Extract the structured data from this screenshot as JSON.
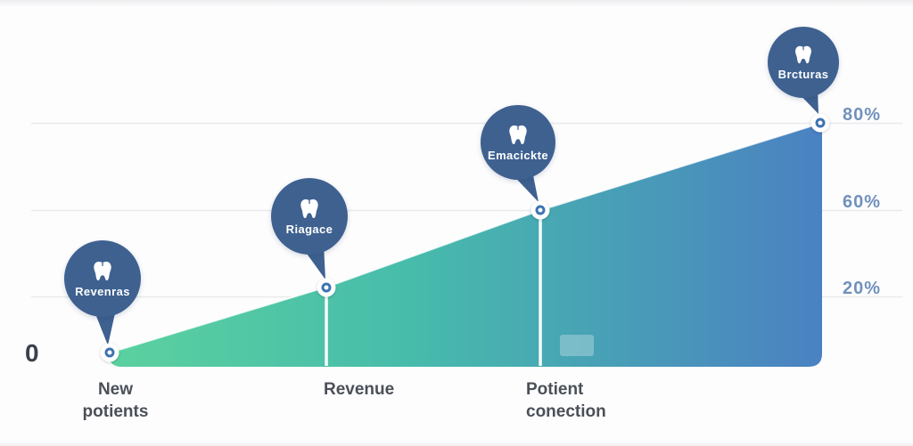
{
  "chart_data": {
    "type": "area",
    "title": "",
    "categories": [
      "New potients",
      "Revenue",
      "Potient conection",
      ""
    ],
    "values": [
      0,
      22,
      50,
      80
    ],
    "xlabel": "",
    "ylabel": "",
    "ylim": [
      0,
      100
    ],
    "y_tick_labels": [
      "80%",
      "60%",
      "20%"
    ],
    "origin_label": "0",
    "grid": true,
    "legend_position": "none",
    "area_gradient": [
      "#58cfa0",
      "#47bcab",
      "#4a81c2"
    ],
    "marker_color": "#3c74b0",
    "bubble_color": "#3e6190",
    "gridline_color": "#e8eaec",
    "annotations": [
      {
        "label": "Revenras",
        "icon": "tooth-icon",
        "x": "New potients"
      },
      {
        "label": "Riagace",
        "icon": "tooth-icon",
        "x": "Revenue"
      },
      {
        "label": "Emacickte",
        "icon": "tooth-icon",
        "x": "Potient conection"
      },
      {
        "label": "Brcturas",
        "icon": "tooth-icon",
        "x": "top-right"
      }
    ]
  },
  "bubbles": [
    {
      "label": "Revenras"
    },
    {
      "label": "Riagace"
    },
    {
      "label": "Emacickte"
    },
    {
      "label": "Brcturas"
    }
  ],
  "x_axis": {
    "label1_line1": "New",
    "label1_line2": "potients",
    "label2_line1": "Revenue",
    "label3_line1": "Potient",
    "label3_line2": "conection"
  },
  "y_axis": {
    "origin": "0",
    "tick1": "80%",
    "tick2": "60%",
    "tick3": "20%"
  }
}
